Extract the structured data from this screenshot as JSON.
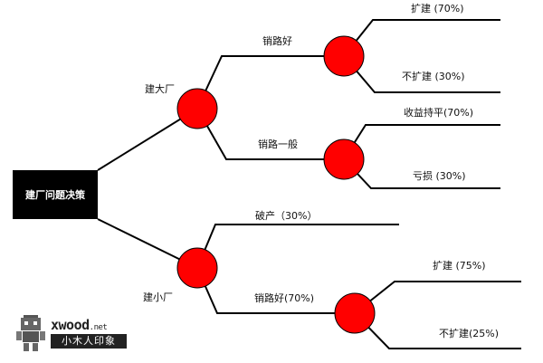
{
  "root": {
    "label": "建厂问题决策"
  },
  "branches": {
    "big_plant": "建大厂",
    "small_plant": "建小厂"
  },
  "big_plant": {
    "good_sales": "销路好",
    "good_expand": "扩建 (70%)",
    "good_no_expand": "不扩建 (30%)",
    "avg_sales": "销路一般",
    "avg_break_even": "收益持平(70%)",
    "avg_loss": "亏损 (30%)"
  },
  "small_plant": {
    "bankrupt": "破产（30%）",
    "good_sales": "销路好(70%)",
    "expand": "扩建 (75%)",
    "no_expand": "不扩建(25%)"
  },
  "watermark": {
    "brand": "xwood",
    "brand_suffix": ".net",
    "subtitle": "小木人印象"
  },
  "colors": {
    "node": "#ff0000",
    "root_box": "#000000",
    "edge": "#000000"
  }
}
